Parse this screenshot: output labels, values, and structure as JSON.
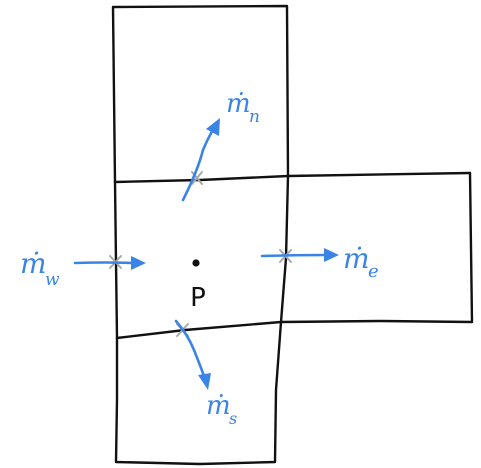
{
  "diagram": {
    "center_node": {
      "label": "P"
    },
    "faces": [
      {
        "id": "north",
        "symbol": "ṁ",
        "subscript": "n"
      },
      {
        "id": "west",
        "symbol": "ṁ",
        "subscript": "w"
      },
      {
        "id": "east",
        "symbol": "ṁ",
        "subscript": "e"
      },
      {
        "id": "south",
        "symbol": "ṁ",
        "subscript": "s"
      }
    ],
    "colors": {
      "grid_lines": "#111111",
      "flux_arrows": "#3a84e6",
      "face_markers": "#a9a9a9"
    }
  }
}
